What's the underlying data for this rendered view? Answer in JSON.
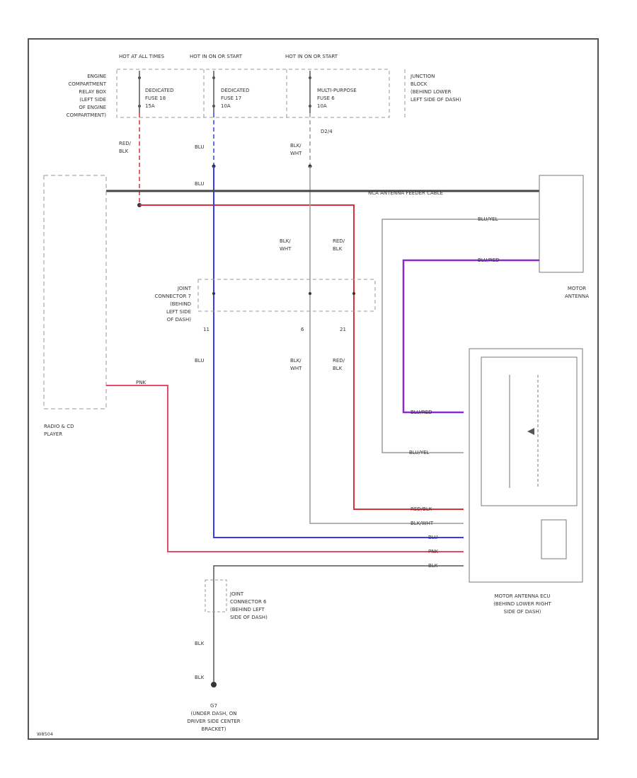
{
  "colors": {
    "frame": "#555555",
    "dashed": "#999999",
    "wire_red": "#d9303a",
    "wire_pink": "#e64a6a",
    "wire_blue": "#3a3aee",
    "wire_purple": "#8a2ad0",
    "wire_gray": "#9a9a9a",
    "wire_dark": "#555555",
    "cable": "#444444"
  },
  "power": {
    "hot_all": "HOT AT ALL TIMES",
    "hot_on_start": "HOT IN ON OR START",
    "hot_on_acc": "HOT IN ON OR START",
    "engine_box": "ENGINE COMPARTMENT RELAY BOX (LEFT SIDE OF ENGINE COMPARTMENT)",
    "fuse1": "DEDICATED FUSE 18 15A",
    "fuse2": "DEDICATED FUSE 17 10A",
    "fuse3": "MULTI-PURPOSE FUSE 6 10A",
    "junction": "JUNCTION BLOCK (BEHIND LOWER LEFT SIDE OF DASH)"
  },
  "wires": {
    "red_blk": "RED/ BLK",
    "blu": "BLU",
    "blk_wht": "BLK/ WHT",
    "cable_label": "NCA ANTENNA FEEDER CABLE",
    "pnk": "PNK",
    "blu_yel": "BLU/YEL",
    "blu_red": "BLU/RED",
    "red_blk2": "RED/BLK",
    "blk_wht2": "BLK/WHT",
    "blk": "BLK",
    "d2": "D2/4"
  },
  "components": {
    "radio": "RADIO & CD PLAYER",
    "motor_antenna": "MOTOR ANTENNA",
    "joint7": "JOINT CONNECTOR 7 (BEHIND LEFT SIDE OF DASH)",
    "joint6": "JOINT CONNECTOR 6 (BEHIND LEFT SIDE OF DASH)",
    "ecu": "MOTOR ANTENNA ECU (BEHIND LOWER RIGHT SIDE OF DASH)",
    "ground": "G7 (UNDER DASH, ON DRIVER SIDE CENTER BRACKET)",
    "footer_code": "W8504"
  }
}
